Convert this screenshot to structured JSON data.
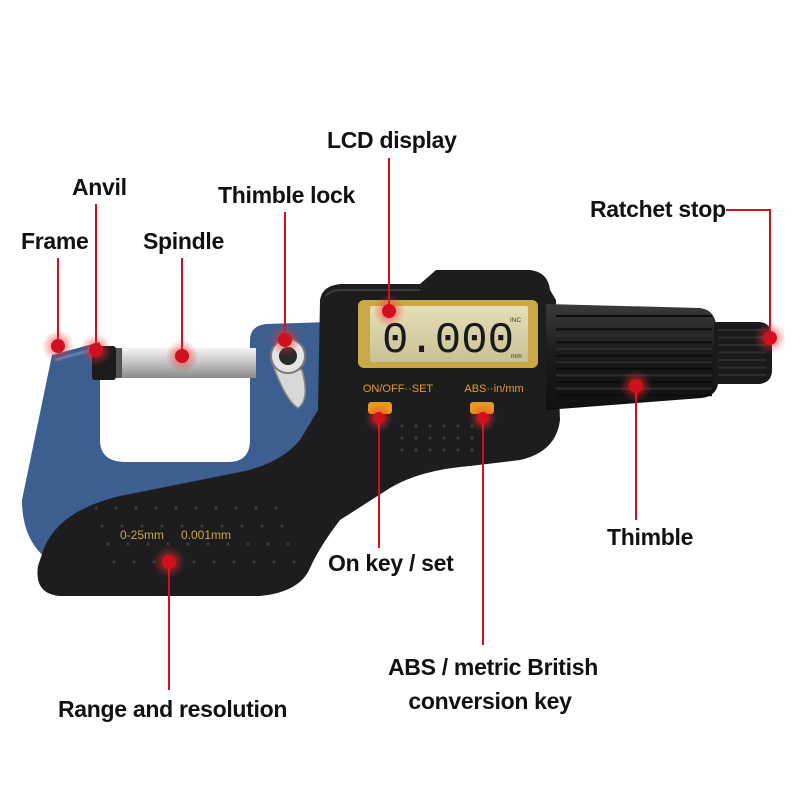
{
  "labels": {
    "lcd_display": "LCD display",
    "anvil": "Anvil",
    "thimble_lock": "Thimble lock",
    "ratchet_stop": "Ratchet stop",
    "frame": "Frame",
    "spindle": "Spindle",
    "thimble": "Thimble",
    "on_key_set": "On key / set",
    "abs_key_line1": "ABS / metric British",
    "abs_key_line2": "conversion key",
    "range_resolution": "Range and resolution"
  },
  "device": {
    "lcd_reading": "0.000",
    "lcd_unit_inch": "INC",
    "lcd_unit_mm": "mm",
    "button_left_caption": "ON/OFF··SET",
    "button_right_caption": "ABS··in/mm",
    "frame_range": "0-25mm",
    "frame_resolution": "0.001mm"
  },
  "colors": {
    "marker_red": "#d0101c",
    "frame_blue": "#3d5f8f",
    "body_black": "#1d1d1f",
    "lcd_gold": "#c9a845",
    "lcd_screen": "#d9d2a8",
    "button_orange": "#e69a1e"
  }
}
